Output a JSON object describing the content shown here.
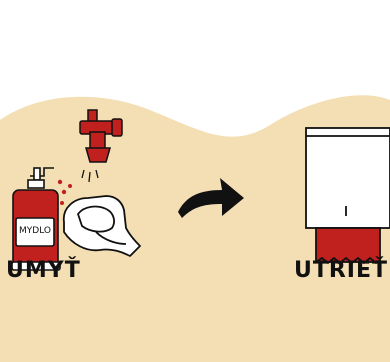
{
  "steps": [
    {
      "label": "UMYŤ",
      "bottle_label": "MYDLO"
    },
    {
      "label": "UTRIEŤ"
    }
  ],
  "colors": {
    "background_blob": "#f4dfb4",
    "accent_red": "#c0201e",
    "ink": "#111111",
    "white": "#ffffff"
  },
  "icons": [
    "faucet-icon",
    "soap-dispenser-icon",
    "hands-icon",
    "arrow-right-icon",
    "paper-towel-dispenser-icon"
  ]
}
